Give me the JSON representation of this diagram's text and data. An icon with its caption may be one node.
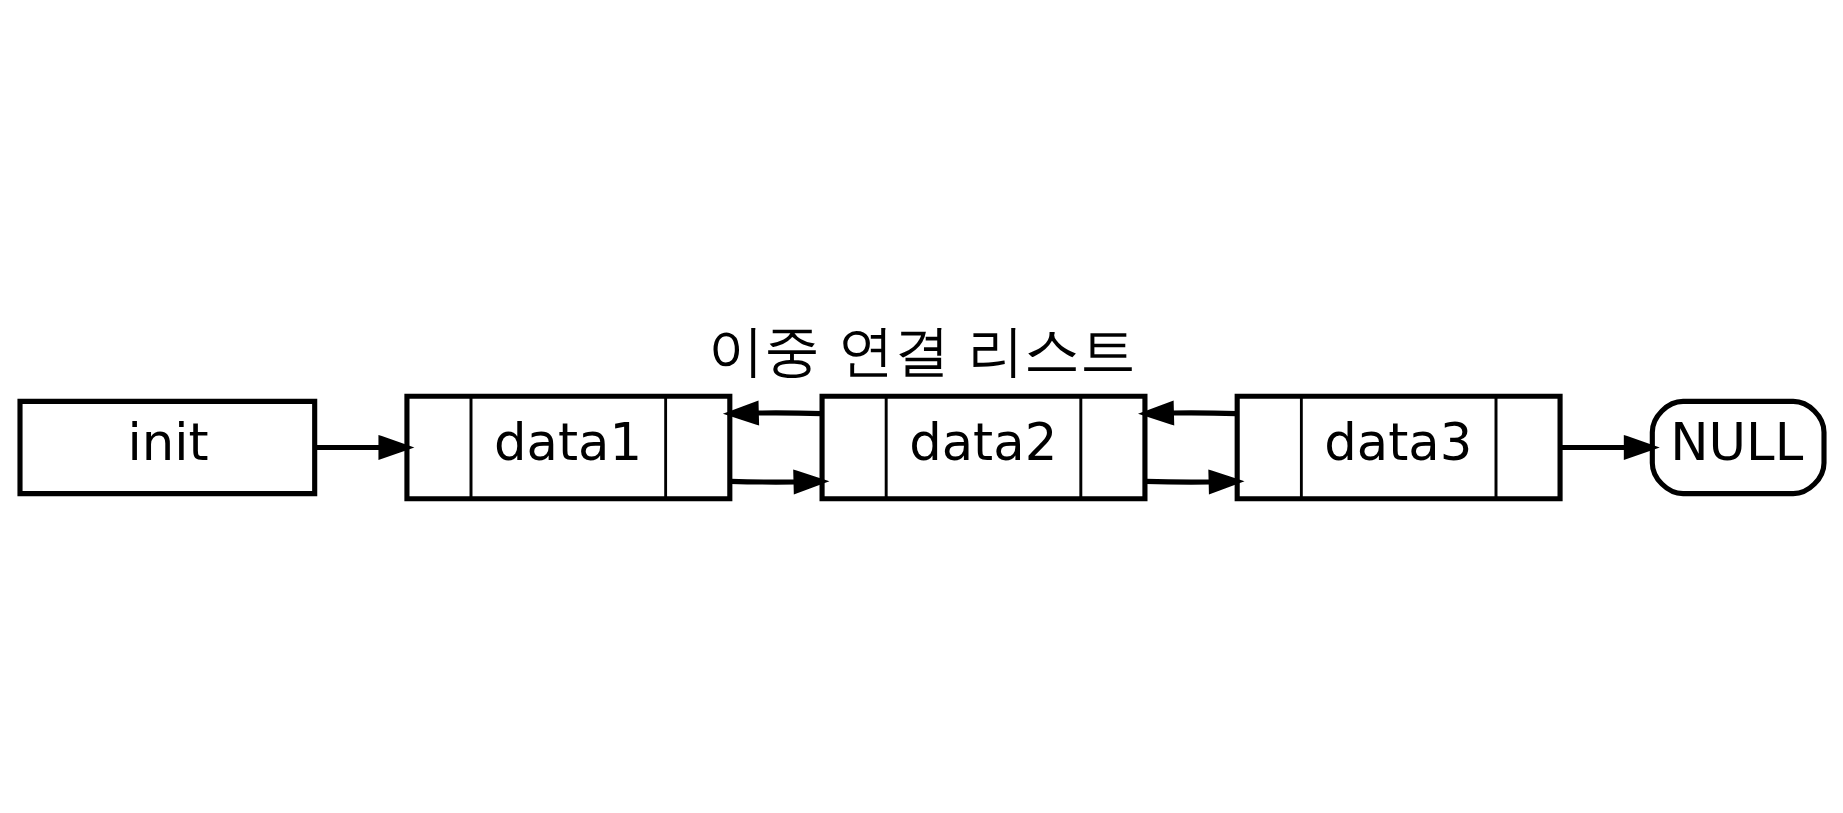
{
  "diagram": {
    "title": "이중 연결 리스트",
    "nodes": [
      {
        "text": [
          "init"
        ]
      },
      {
        "text": [
          "data1"
        ]
      },
      {
        "text": [
          "data2"
        ]
      },
      {
        "text": [
          "data3"
        ]
      },
      {
        "text": [
          "NULL"
        ]
      }
    ],
    "edges": [
      {
        "from": 0,
        "to": 1,
        "arrow": "to"
      },
      {
        "from": 1,
        "to": 2,
        "arrow": "to"
      },
      {
        "from": 2,
        "to": 1,
        "arrow": "to"
      },
      {
        "from": 2,
        "to": 3,
        "arrow": "to"
      },
      {
        "from": 3,
        "to": 2,
        "arrow": "to"
      },
      {
        "from": 3,
        "to": 4,
        "arrow": "to"
      }
    ]
  }
}
